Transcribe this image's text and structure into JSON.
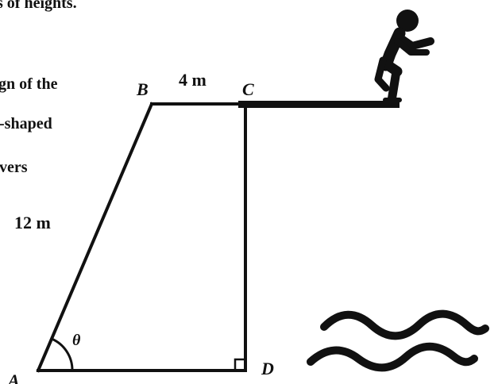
{
  "cropped_text": {
    "line1": "s of heights.",
    "line2": "gn of the",
    "line3": "-shaped",
    "line4": "vers"
  },
  "labels": {
    "vertex_a": "A",
    "vertex_b": "B",
    "vertex_c": "C",
    "vertex_d": "D",
    "top_length": "4 m",
    "side_length": "12 m",
    "angle": "θ"
  },
  "icons": {
    "diver": "person-crouching-icon",
    "water": "water-waves-icon",
    "right_angle": "right-angle-marker"
  },
  "colors": {
    "ink": "#111111",
    "background": "#ffffff"
  }
}
